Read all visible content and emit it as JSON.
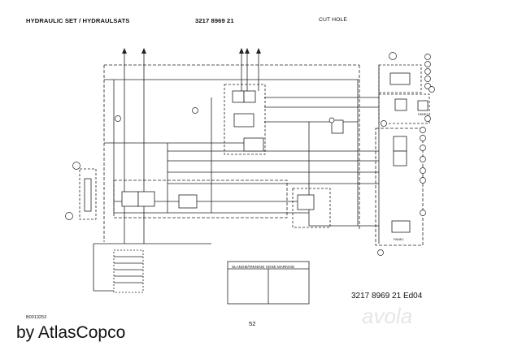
{
  "header": {
    "title": "HYDRAULIC SET / HYDRAULSATS",
    "code": "3217 8969 21",
    "note": "CUT HOLE"
  },
  "schematic": {
    "panel_labels": [
      "PANEL",
      "PANEL"
    ],
    "marking_box_title": "SLANGMÄRKNING  HOSE MARKING"
  },
  "footer": {
    "part_number": "3217 8969 21  Ed04",
    "doc_id": "B0013253",
    "page": "52",
    "brand": "by AtlasCopco",
    "watermark": "avola"
  }
}
